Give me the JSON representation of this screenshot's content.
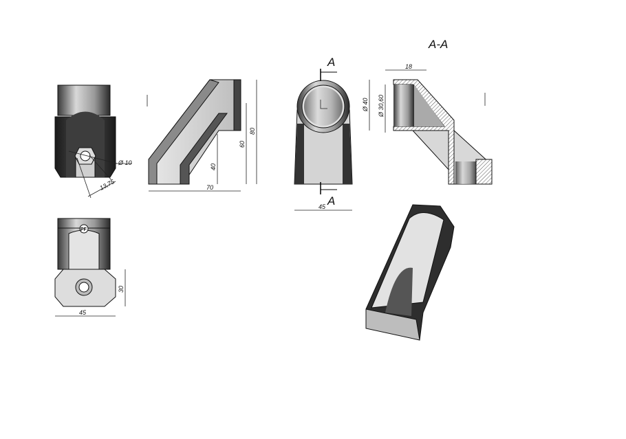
{
  "drawing": {
    "section_title": "A-A",
    "section_marker_top": "A",
    "section_marker_bottom": "A",
    "logo_text": "PF",
    "dimensions": {
      "front_hole_dia": "Ø 10",
      "front_offset": "13,75",
      "side_length": "70",
      "side_height_40": "40",
      "side_height_60": "60",
      "side_height_80": "80",
      "front_width": "45",
      "section_depth": "18",
      "section_outer_dia": "Ø 40",
      "section_inner_dia": "Ø 30,60",
      "bottom_width": "45",
      "bottom_depth": "30"
    }
  }
}
